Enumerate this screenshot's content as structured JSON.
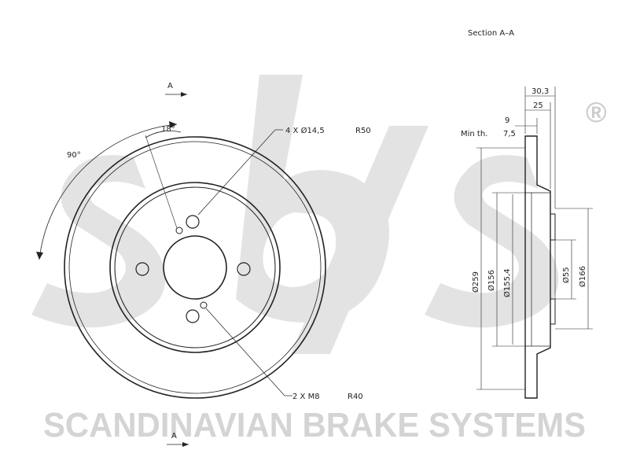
{
  "watermark": {
    "logo_text": "sbs",
    "registered_mark": "®",
    "company_name": "SCANDINAVIAN BRAKE SYSTEMS",
    "logo_color": "#d9d9d9"
  },
  "front_view": {
    "section_arrow_top": "A",
    "section_arrow_bottom": "A",
    "angle_rotation": "90°",
    "angle_offset": "18°",
    "bolt_holes": "4 X Ø14,5",
    "bolt_circle": "R50",
    "threaded_holes": "2 X M8",
    "threaded_circle": "R40"
  },
  "section_view": {
    "title": "Section A–A",
    "total_height": "30,3",
    "hub_height": "25",
    "thickness": "9",
    "min_thickness_label": "Min th.",
    "min_thickness": "7,5",
    "outer_diameter": "Ø259",
    "inner_diameter_1": "Ø156",
    "inner_diameter_2": "Ø155,4",
    "center_bore": "Ø55",
    "hub_diameter": "Ø166"
  }
}
